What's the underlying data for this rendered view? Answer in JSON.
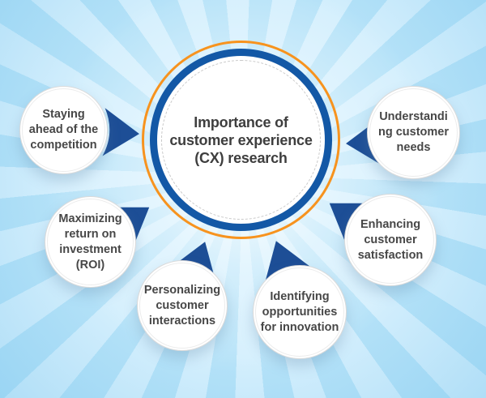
{
  "diagram": {
    "center": {
      "label": "Importance of\ncustomer experience\n(CX) research"
    },
    "nodes": [
      {
        "label": "Staying\nahead of the\ncompetition"
      },
      {
        "label": "Understandi\nng customer\nneeds"
      },
      {
        "label": "Maximizing\nreturn on\ninvestment\n(ROI)"
      },
      {
        "label": "Personalizing\ncustomer\ninteractions"
      },
      {
        "label": "Identifying\nopportunities\nfor innovation"
      },
      {
        "label": "Enhancing\ncustomer\nsatisfaction"
      }
    ]
  },
  "colors": {
    "accent_orange": "#f7931e",
    "ring_blue": "#1358a6",
    "arrow_blue": "#1d4e96",
    "text_dark": "#3e3e3e",
    "background_light_blue": "#d4effd",
    "background_deep_blue": "#9ed7f3",
    "circle_fill": "#ffffff",
    "dashed_ring_gray": "#c9c9c9"
  }
}
